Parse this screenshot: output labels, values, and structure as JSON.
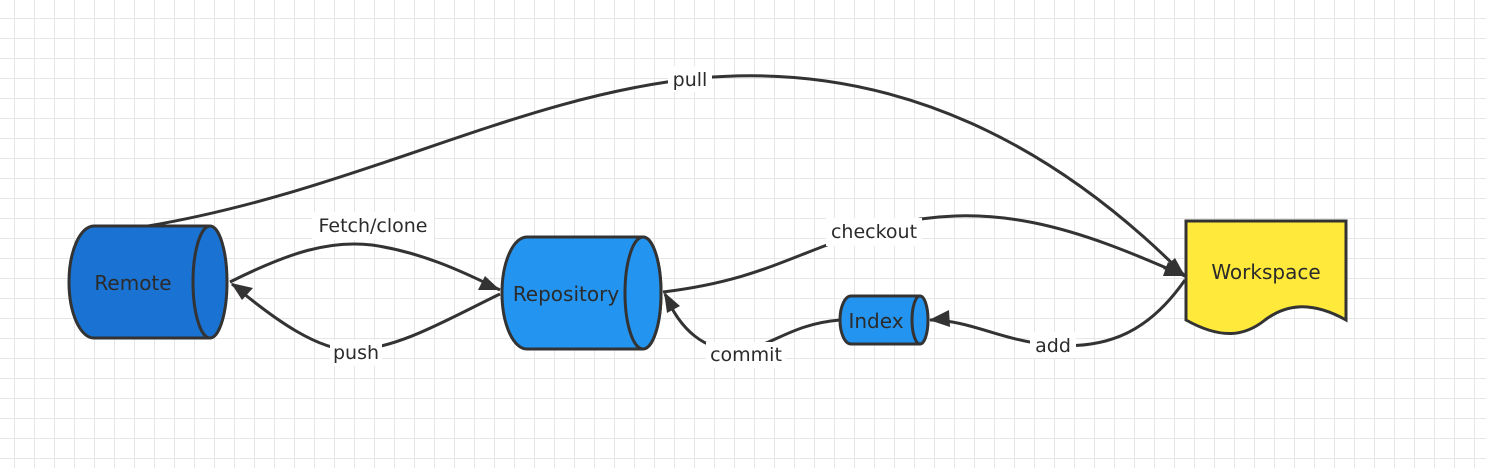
{
  "nodes": {
    "remote": {
      "label": "Remote",
      "color": "#1a72d3"
    },
    "repository": {
      "label": "Repository",
      "color": "#2394f0"
    },
    "index": {
      "label": "Index",
      "color": "#2394f0"
    },
    "workspace": {
      "label": "Workspace",
      "color": "#ffe93b"
    }
  },
  "edges": {
    "pull": "pull",
    "fetch_clone": "Fetch/clone",
    "push": "push",
    "checkout": "checkout",
    "commit": "commit",
    "add": "add"
  },
  "colors": {
    "stroke": "#333333",
    "grid": "#e6e6e6",
    "background": "#ffffff"
  }
}
